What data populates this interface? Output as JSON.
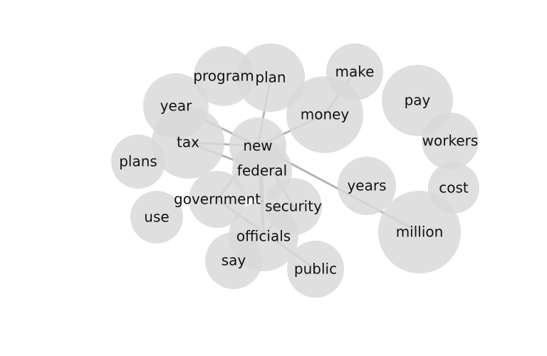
{
  "diagram": {
    "type": "word-network",
    "colors": {
      "node_fill": "#d9d9d9",
      "edge": "#b5b5b5",
      "label": "#111111"
    },
    "nodes": [
      {
        "id": "program",
        "label": "program"
      },
      {
        "id": "plan",
        "label": "plan"
      },
      {
        "id": "make",
        "label": "make"
      },
      {
        "id": "year",
        "label": "year"
      },
      {
        "id": "money",
        "label": "money"
      },
      {
        "id": "pay",
        "label": "pay"
      },
      {
        "id": "tax",
        "label": "tax"
      },
      {
        "id": "new",
        "label": "new"
      },
      {
        "id": "workers",
        "label": "workers"
      },
      {
        "id": "plans",
        "label": "plans"
      },
      {
        "id": "federal",
        "label": "federal"
      },
      {
        "id": "years",
        "label": "years"
      },
      {
        "id": "cost",
        "label": "cost"
      },
      {
        "id": "government",
        "label": "government"
      },
      {
        "id": "security",
        "label": "security"
      },
      {
        "id": "use",
        "label": "use"
      },
      {
        "id": "million",
        "label": "million"
      },
      {
        "id": "officials",
        "label": "officials"
      },
      {
        "id": "say",
        "label": "say"
      },
      {
        "id": "public",
        "label": "public"
      }
    ],
    "edges": [
      [
        "new",
        "plan"
      ],
      [
        "new",
        "year"
      ],
      [
        "new",
        "tax"
      ],
      [
        "new",
        "federal"
      ],
      [
        "new",
        "government"
      ],
      [
        "new",
        "security"
      ],
      [
        "new",
        "officials"
      ],
      [
        "new",
        "million"
      ],
      [
        "new",
        "money"
      ],
      [
        "money",
        "make"
      ],
      [
        "tax",
        "federal"
      ],
      [
        "government",
        "public"
      ],
      [
        "security",
        "say"
      ],
      [
        "federal",
        "officials"
      ]
    ]
  }
}
